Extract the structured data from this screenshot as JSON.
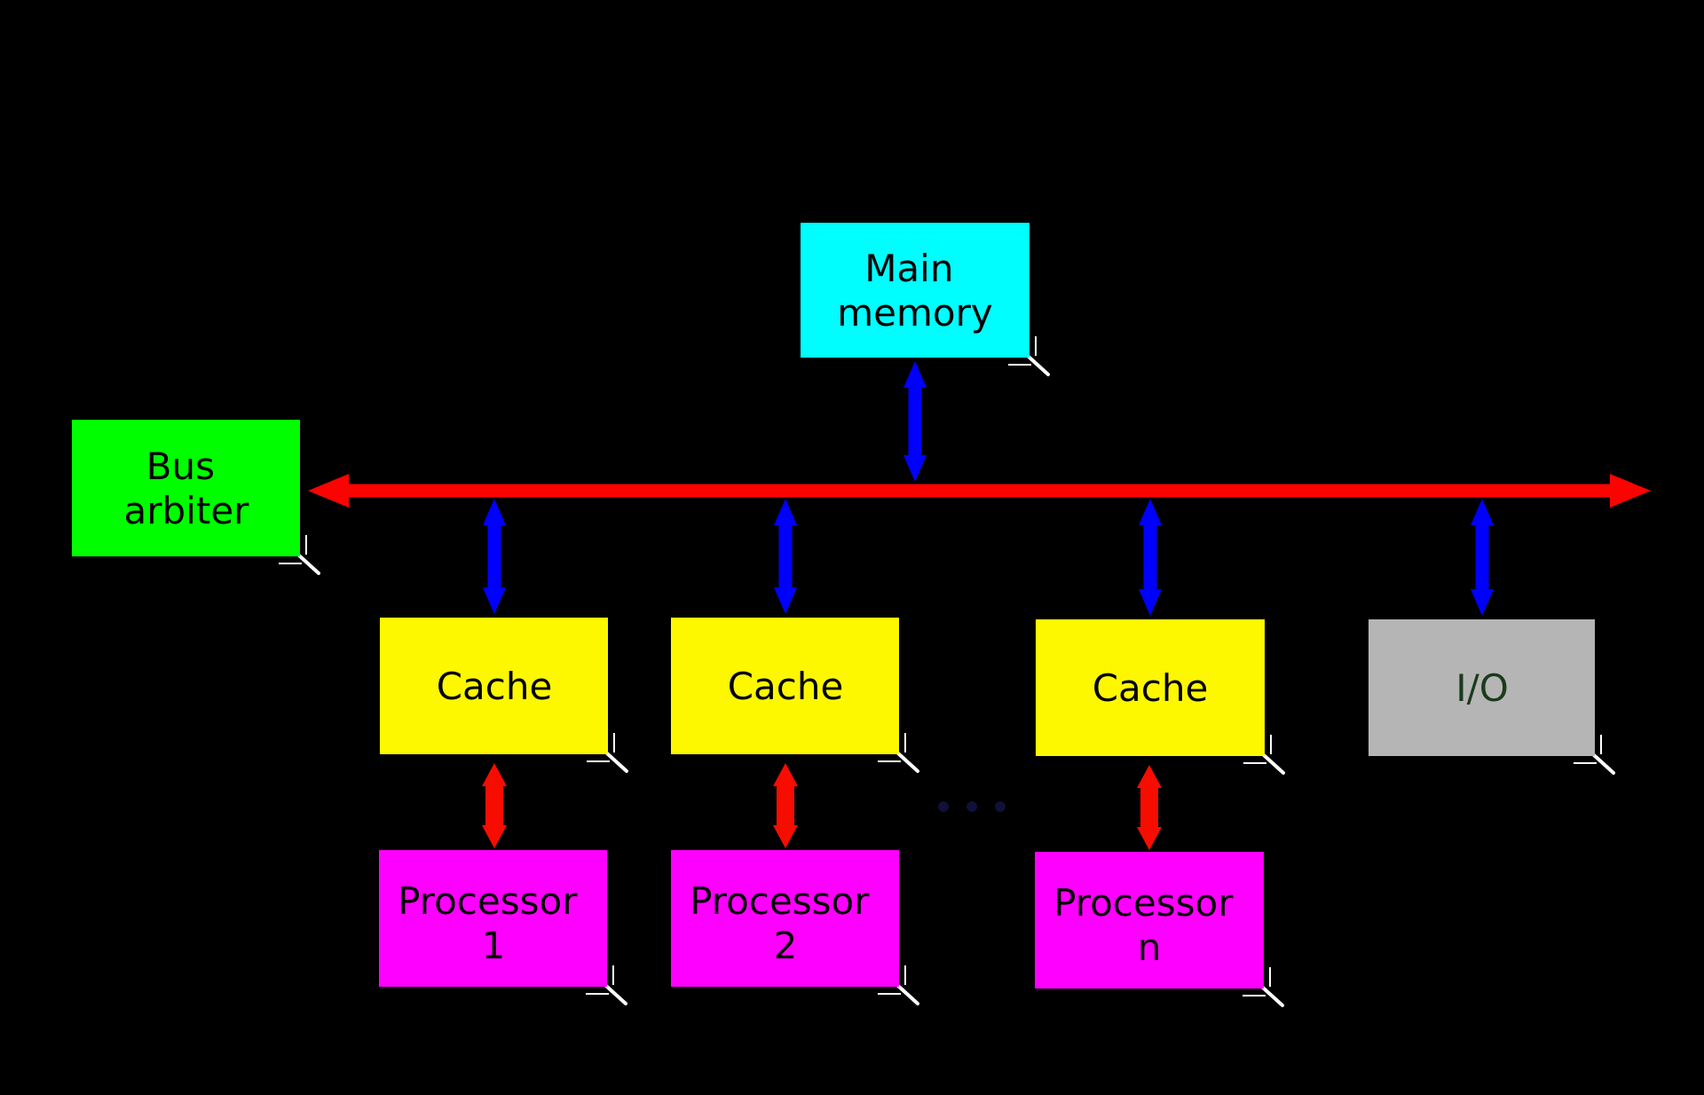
{
  "colors": {
    "background": "#000000",
    "bus_red": "#fb0300",
    "arrow_blue": "#0000fe",
    "cache_processor_arrow_red": "#f70d00",
    "main_memory_fill": "#00feff",
    "bus_arbiter_fill": "#00fe00",
    "cache_fill": "#fdf800",
    "io_fill": "#b5b5b5",
    "processor_fill": "#fe00ff",
    "label_text": "#000000",
    "io_text": "#1c3a1c",
    "ellipsis_dots": "#10103a",
    "shadow_tick": "#ffffff"
  },
  "nodes": {
    "main_memory": {
      "line1": "Main",
      "line2": "memory"
    },
    "bus_arbiter": {
      "line1": "Bus",
      "line2": "arbiter"
    },
    "cache_1": {
      "label": "Cache"
    },
    "cache_2": {
      "label": "Cache"
    },
    "cache_n": {
      "label": "Cache"
    },
    "io": {
      "label": "I/O"
    },
    "processor_1": {
      "line1": "Processor",
      "line2": "1"
    },
    "processor_2": {
      "line1": "Processor",
      "line2": "2"
    },
    "processor_n": {
      "line1": "Processor",
      "line2": "n"
    }
  },
  "ellipsis": {
    "symbol": "..."
  }
}
